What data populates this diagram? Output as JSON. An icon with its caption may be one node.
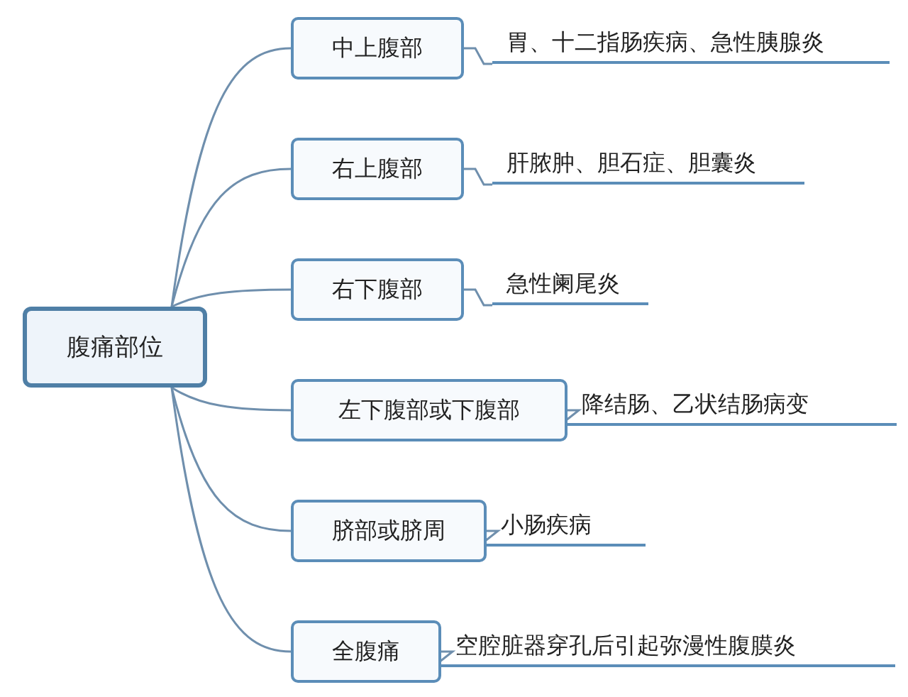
{
  "diagram": {
    "nodes": [
      {
        "text": [
          "腹痛部位"
        ]
      },
      {
        "text": [
          "中上腹部"
        ]
      },
      {
        "text": [
          "胃、十二指肠疾病、急性胰腺炎"
        ]
      },
      {
        "text": [
          "右上腹部"
        ]
      },
      {
        "text": [
          "肝脓肿、胆石症、胆囊炎"
        ]
      },
      {
        "text": [
          "右下腹部"
        ]
      },
      {
        "text": [
          "急性阑尾炎"
        ]
      },
      {
        "text": [
          "左下腹部或下腹部"
        ]
      },
      {
        "text": [
          "降结肠、乙状结肠病变"
        ]
      },
      {
        "text": [
          "脐部或脐周"
        ]
      },
      {
        "text": [
          "小肠疾病"
        ]
      },
      {
        "text": [
          "全腹痛"
        ]
      },
      {
        "text": [
          "空腔脏器穿孔后引起弥漫性腹膜炎"
        ]
      }
    ],
    "edges": [
      {
        "from": 0,
        "to": 1,
        "arrow": "none"
      },
      {
        "from": 0,
        "to": 3,
        "arrow": "none"
      },
      {
        "from": 0,
        "to": 5,
        "arrow": "none"
      },
      {
        "from": 0,
        "to": 7,
        "arrow": "none"
      },
      {
        "from": 0,
        "to": 9,
        "arrow": "none"
      },
      {
        "from": 0,
        "to": 11,
        "arrow": "none"
      },
      {
        "from": 1,
        "to": 2,
        "arrow": "none"
      },
      {
        "from": 3,
        "to": 4,
        "arrow": "none"
      },
      {
        "from": 5,
        "to": 6,
        "arrow": "none"
      },
      {
        "from": 7,
        "to": 8,
        "arrow": "none"
      },
      {
        "from": 9,
        "to": 10,
        "arrow": "none"
      },
      {
        "from": 11,
        "to": 12,
        "arrow": "none"
      }
    ]
  }
}
